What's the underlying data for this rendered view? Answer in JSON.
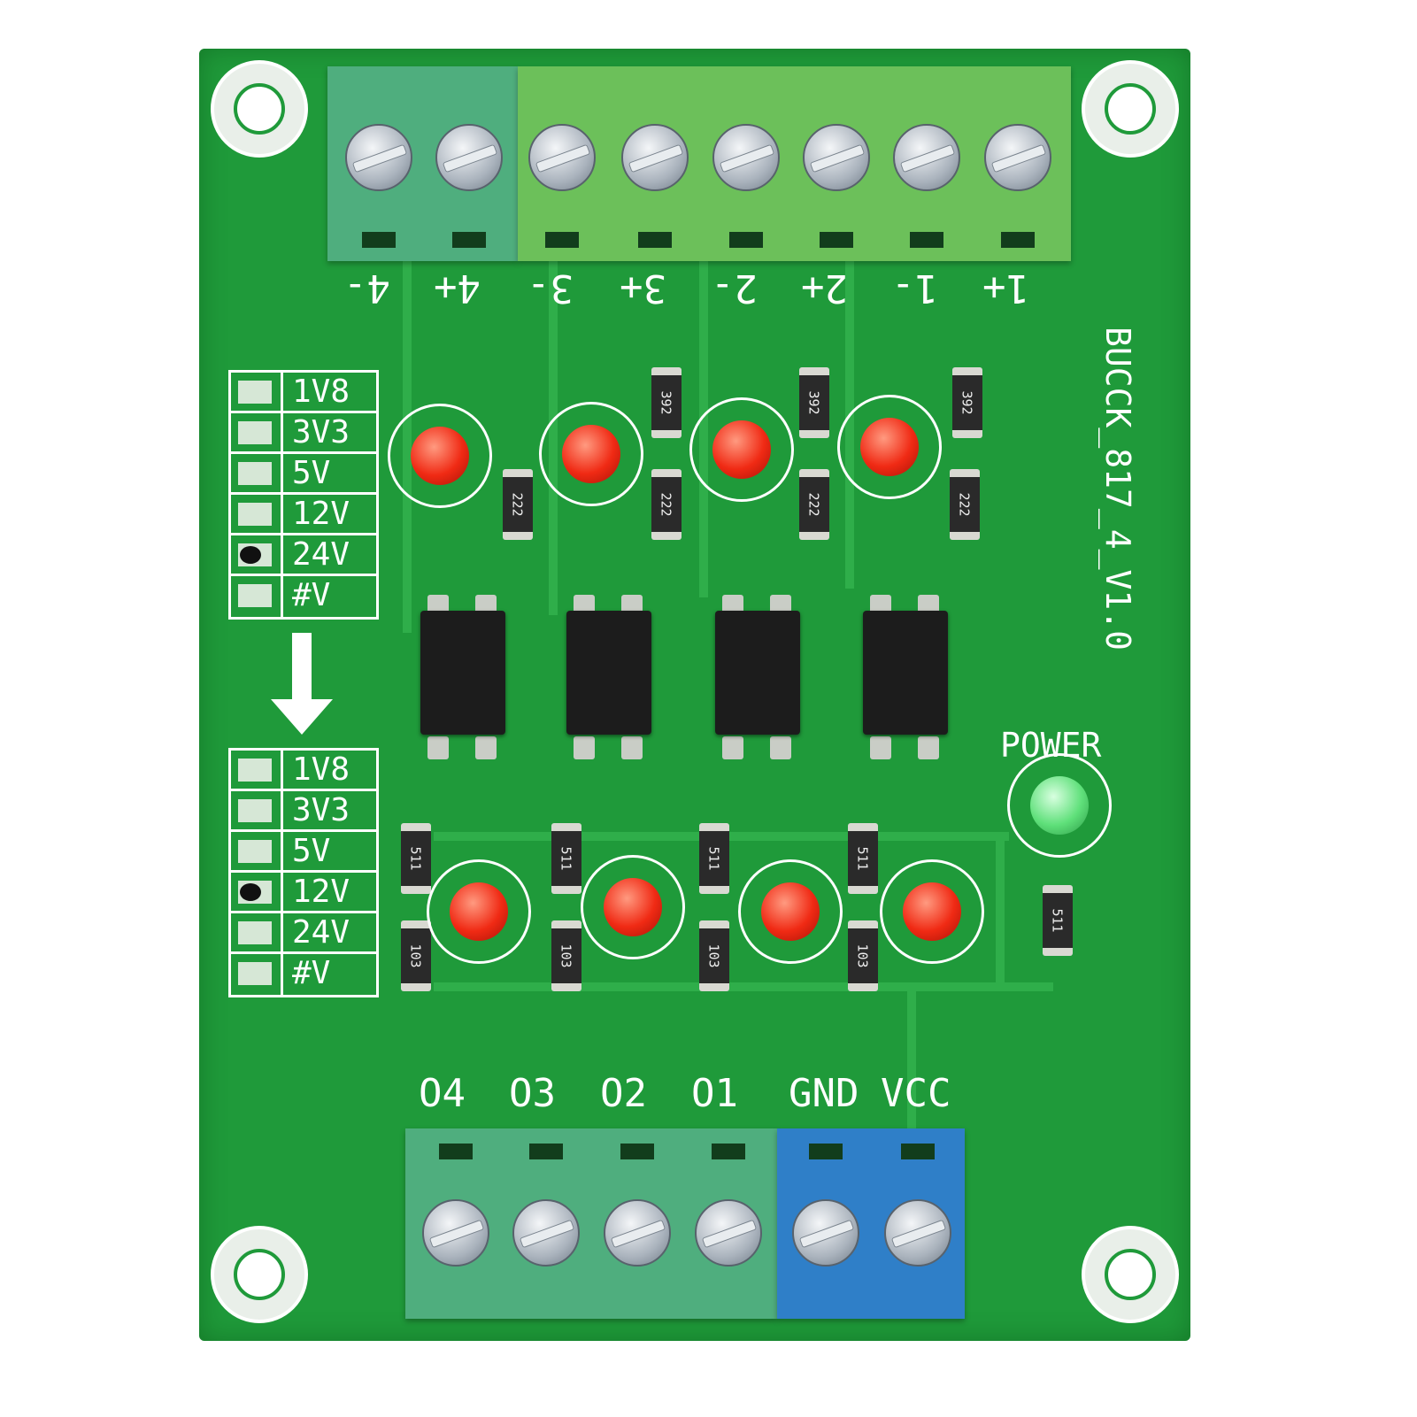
{
  "board": {
    "name": "BUCCK_817_4_V1.0",
    "power_label": "POWER",
    "input_labels": [
      "4-",
      "4+",
      "3-",
      "3+",
      "2-",
      "2+",
      "1-",
      "1+"
    ],
    "output_labels": [
      "O4",
      "O3",
      "O2",
      "O1",
      "GND",
      "VCC"
    ],
    "voltage_options": [
      "1V8",
      "3V3",
      "5V",
      "12V",
      "24V",
      "#V"
    ],
    "input_voltage_selected": "24V",
    "output_voltage_selected": "12V",
    "resistor_codes": {
      "top_a": "392",
      "top_b": "222",
      "bottom_a": "511",
      "bottom_b": "103"
    },
    "colors": {
      "pcb": "#1f9a3a",
      "input_led": "#f02a14",
      "power_led": "#5fe07a",
      "terminal_green": "#6cc05a",
      "terminal_teal": "#4fae7e",
      "terminal_blue": "#2f7fc8"
    }
  }
}
